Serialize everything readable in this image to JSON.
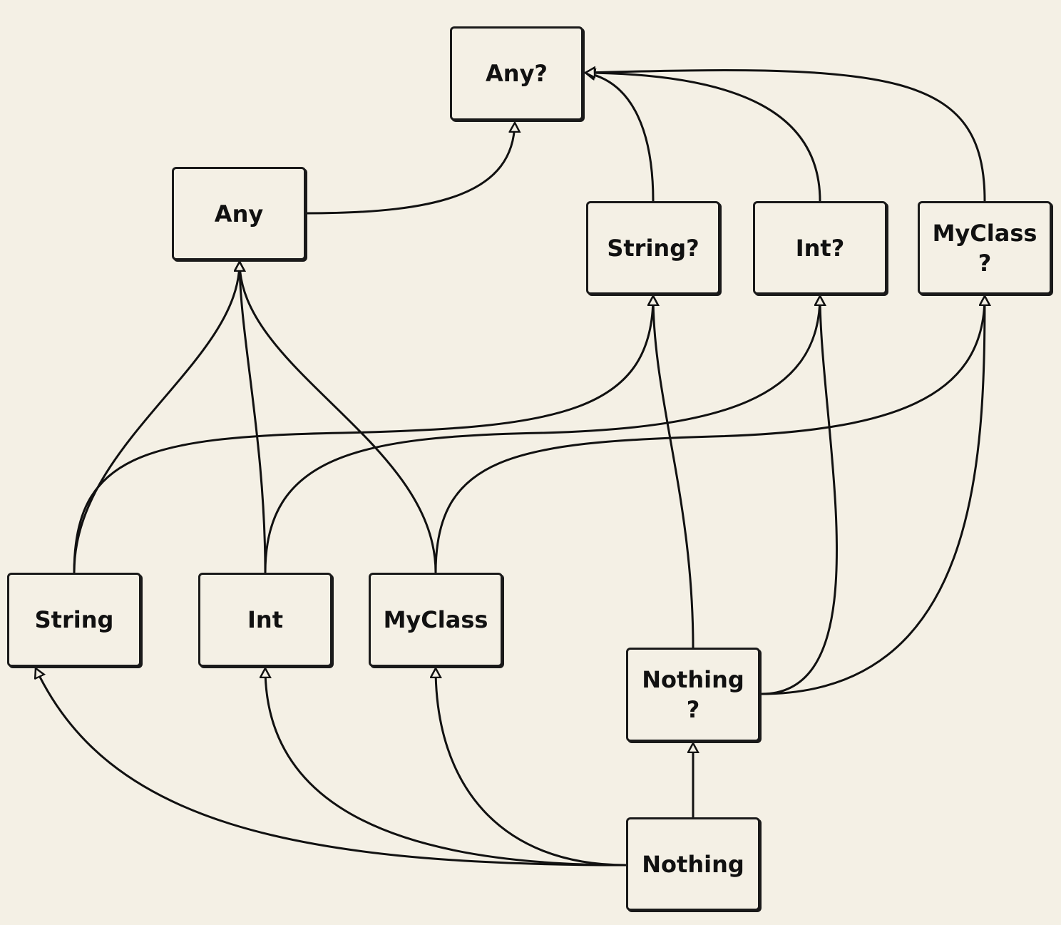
{
  "diagram": {
    "background": "#f4f0e5",
    "stroke_color": "#111111",
    "nodes": {
      "any_nullable": "Any?",
      "any": "Any",
      "string_nullable": "String?",
      "int_nullable": "Int?",
      "myclass_nullable": "MyClass\n?",
      "string": "String",
      "int": "Int",
      "myclass": "MyClass",
      "nothing_nullable": "Nothing\n?",
      "nothing": "Nothing"
    },
    "edges": [
      {
        "from": "any",
        "to": "any_nullable"
      },
      {
        "from": "string_nullable",
        "to": "any_nullable"
      },
      {
        "from": "int_nullable",
        "to": "any_nullable"
      },
      {
        "from": "myclass_nullable",
        "to": "any_nullable"
      },
      {
        "from": "string",
        "to": "any"
      },
      {
        "from": "int",
        "to": "any"
      },
      {
        "from": "myclass",
        "to": "any"
      },
      {
        "from": "string",
        "to": "string_nullable"
      },
      {
        "from": "int",
        "to": "int_nullable"
      },
      {
        "from": "myclass",
        "to": "myclass_nullable"
      },
      {
        "from": "nothing_nullable",
        "to": "string_nullable"
      },
      {
        "from": "nothing_nullable",
        "to": "int_nullable"
      },
      {
        "from": "nothing_nullable",
        "to": "myclass_nullable"
      },
      {
        "from": "nothing",
        "to": "string"
      },
      {
        "from": "nothing",
        "to": "int"
      },
      {
        "from": "nothing",
        "to": "myclass"
      },
      {
        "from": "nothing",
        "to": "nothing_nullable"
      }
    ]
  }
}
